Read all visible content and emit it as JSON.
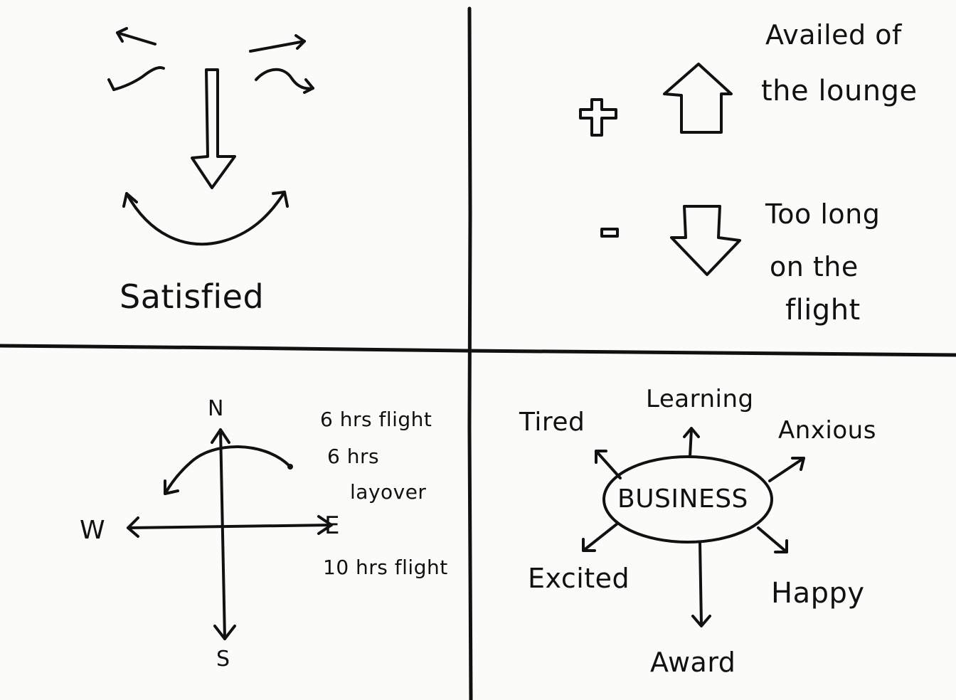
{
  "quadrants": {
    "face": {
      "caption": "Satisfied"
    },
    "pros_cons": {
      "plus_label": "Availed of the lounge",
      "plus_line1": "Availed of",
      "plus_line2": "the lounge",
      "minus_line1": "Too long",
      "minus_line2": "on the",
      "minus_line3": "flight"
    },
    "compass": {
      "north": "N",
      "south": "S",
      "east": "E",
      "west": "W",
      "note1": "6 hrs flight",
      "note2": "6 hrs",
      "note3": "layover",
      "note4": "10 hrs flight"
    },
    "mindmap": {
      "center": "BUSINESS",
      "branches": {
        "top": "Learning",
        "top_left": "Tired",
        "top_right": "Anxious",
        "bottom_left": "Excited",
        "bottom": "Award",
        "bottom_right": "Happy"
      }
    }
  }
}
